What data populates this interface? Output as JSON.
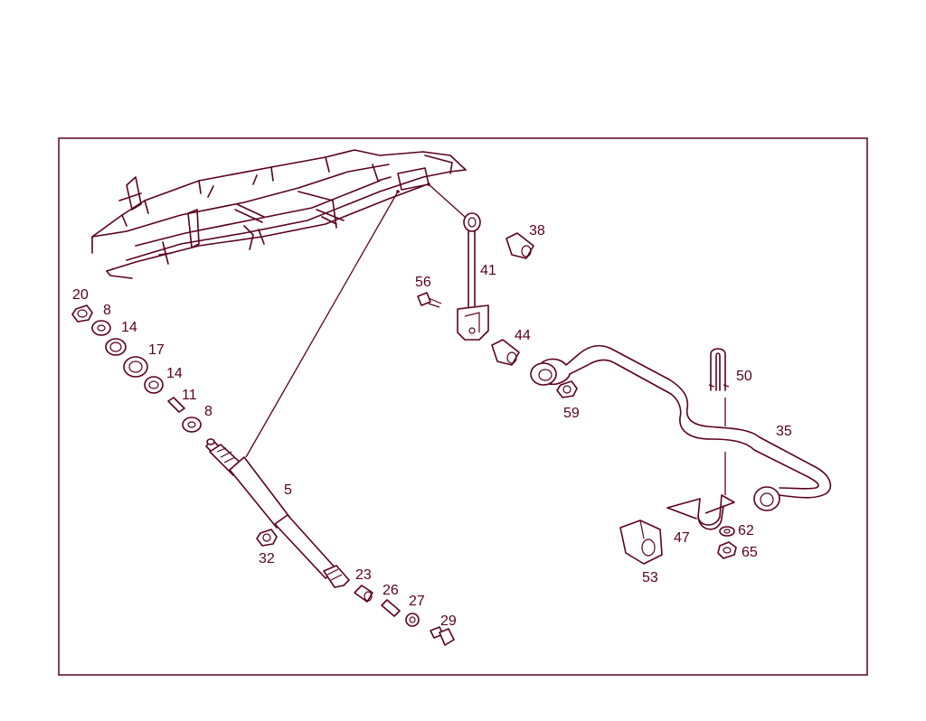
{
  "diagram": {
    "line_color": "#5a0020",
    "background": "#ffffff",
    "part_numbers": {
      "p20": "20",
      "p8a": "8",
      "p14a": "14",
      "p17": "17",
      "p14b": "14",
      "p11": "11",
      "p8b": "8",
      "p5": "5",
      "p32": "32",
      "p23": "23",
      "p26": "26",
      "p27": "27",
      "p29": "29",
      "p56": "56",
      "p41": "41",
      "p38": "38",
      "p44": "44",
      "p59": "59",
      "p50": "50",
      "p35": "35",
      "p62": "62",
      "p47": "47",
      "p65": "65",
      "p53": "53"
    }
  }
}
